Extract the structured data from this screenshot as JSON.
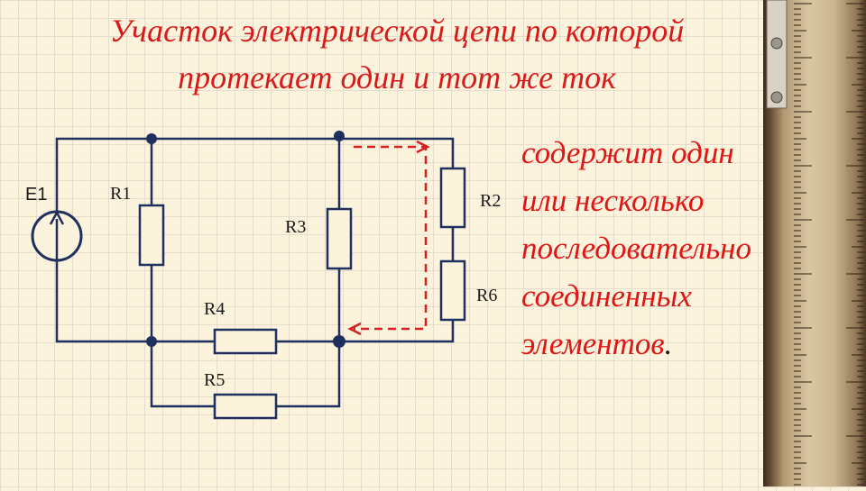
{
  "slide": {
    "title_lines": [
      "Участок электрической цепи по которой",
      "протекает один и тот же ток"
    ],
    "text_lines": [
      "содержит один",
      "или несколько",
      "последовательно",
      "соединенных",
      "элементов"
    ],
    "text_end_punct": "."
  },
  "diagram": {
    "labels": {
      "e1": "E1",
      "r1": "R1",
      "r2": "R2",
      "r3": "R3",
      "r4": "R4",
      "r5": "R5",
      "r6": "R6"
    }
  },
  "colors": {
    "wire": "#1f2f5e",
    "node": "#1f2f5e",
    "title_text": "#d81a1a",
    "body_text": "#e01616",
    "dashed_path": "#d82020",
    "background": "#fbf3dc",
    "grid": "#e6dccb"
  }
}
